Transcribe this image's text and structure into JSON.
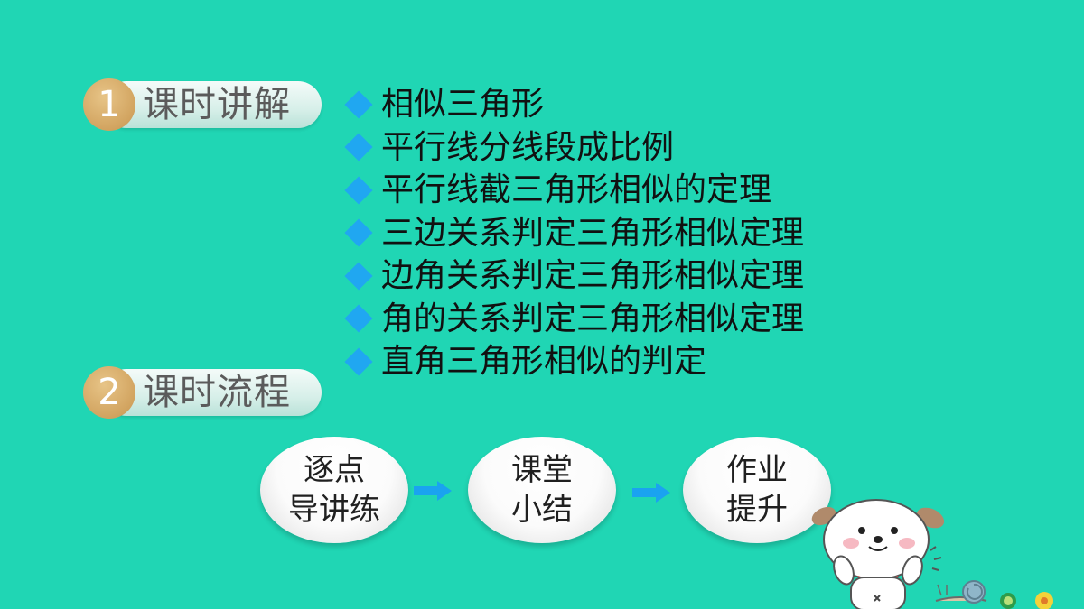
{
  "sections": [
    {
      "number": "1",
      "label": "课时讲解"
    },
    {
      "number": "2",
      "label": "课时流程"
    }
  ],
  "topics": [
    "相似三角形",
    "平行线分线段成比例",
    "平行线截三角形相似的定理",
    "三边关系判定三角形相似定理",
    "边角关系判定三角形相似定理",
    "角的关系判定三角形相似定理",
    "直角三角形相似的判定"
  ],
  "flow": [
    {
      "line1": "逐点",
      "line2": "导讲练"
    },
    {
      "line1": "课堂",
      "line2": "小结"
    },
    {
      "line1": "作业",
      "line2": "提升"
    }
  ],
  "colors": {
    "background": "#20d6b4",
    "bullet": "#20a7f1",
    "number_badge": "#d2a460",
    "arrow": "#1aa3f0"
  },
  "icons": {
    "bullet": "diamond-icon",
    "connector": "arrow-right-icon",
    "decoration": "puppy-illustration"
  }
}
